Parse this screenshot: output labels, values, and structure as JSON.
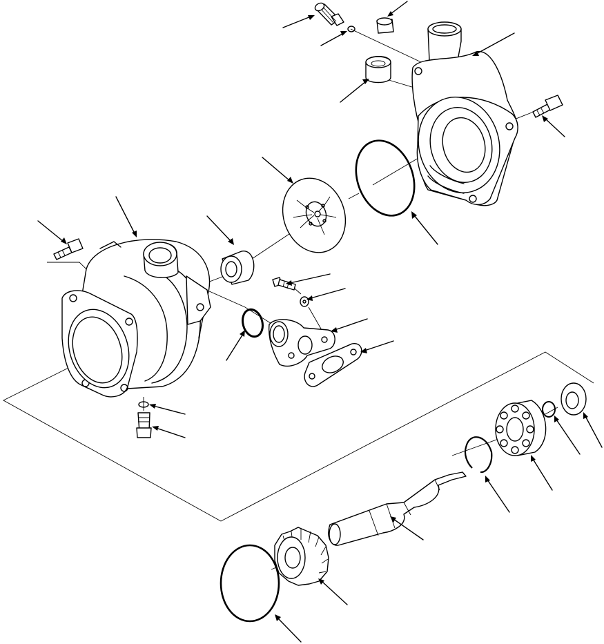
{
  "diagram": {
    "subject": "water-pump-exploded-view",
    "ink_color": "#000000",
    "background_color": "#ffffff",
    "parts": [
      {
        "id": "plug-outlet",
        "leaders": 1
      },
      {
        "id": "o-ring-outlet-plug",
        "leaders": 1
      },
      {
        "id": "plug-upper-small",
        "leaders": 1
      },
      {
        "id": "plug-upper-large",
        "leaders": 1
      },
      {
        "id": "pump-cover",
        "leaders": 1
      },
      {
        "id": "cover-bolt",
        "leaders": 1
      },
      {
        "id": "cover-o-ring",
        "leaders": 1
      },
      {
        "id": "impeller",
        "leaders": 1
      },
      {
        "id": "mechanical-seal",
        "leaders": 1
      },
      {
        "id": "housing-bolt",
        "leaders": 1
      },
      {
        "id": "pump-housing",
        "leaders": 1
      },
      {
        "id": "elbow-bolt",
        "leaders": 1
      },
      {
        "id": "elbow-washer",
        "leaders": 1
      },
      {
        "id": "elbow-o-ring",
        "leaders": 1
      },
      {
        "id": "inlet-elbow",
        "leaders": 1
      },
      {
        "id": "elbow-gasket",
        "leaders": 1
      },
      {
        "id": "drain-o-ring",
        "leaders": 1
      },
      {
        "id": "drain-plug",
        "leaders": 1
      },
      {
        "id": "oil-seal",
        "leaders": 1
      },
      {
        "id": "bearing-snap-ring",
        "leaders": 1
      },
      {
        "id": "ball-bearing",
        "leaders": 1
      },
      {
        "id": "retaining-ring",
        "leaders": 1
      },
      {
        "id": "pump-shaft",
        "leaders": 1
      },
      {
        "id": "drive-gear",
        "leaders": 1
      },
      {
        "id": "gear-o-ring",
        "leaders": 1
      }
    ]
  }
}
